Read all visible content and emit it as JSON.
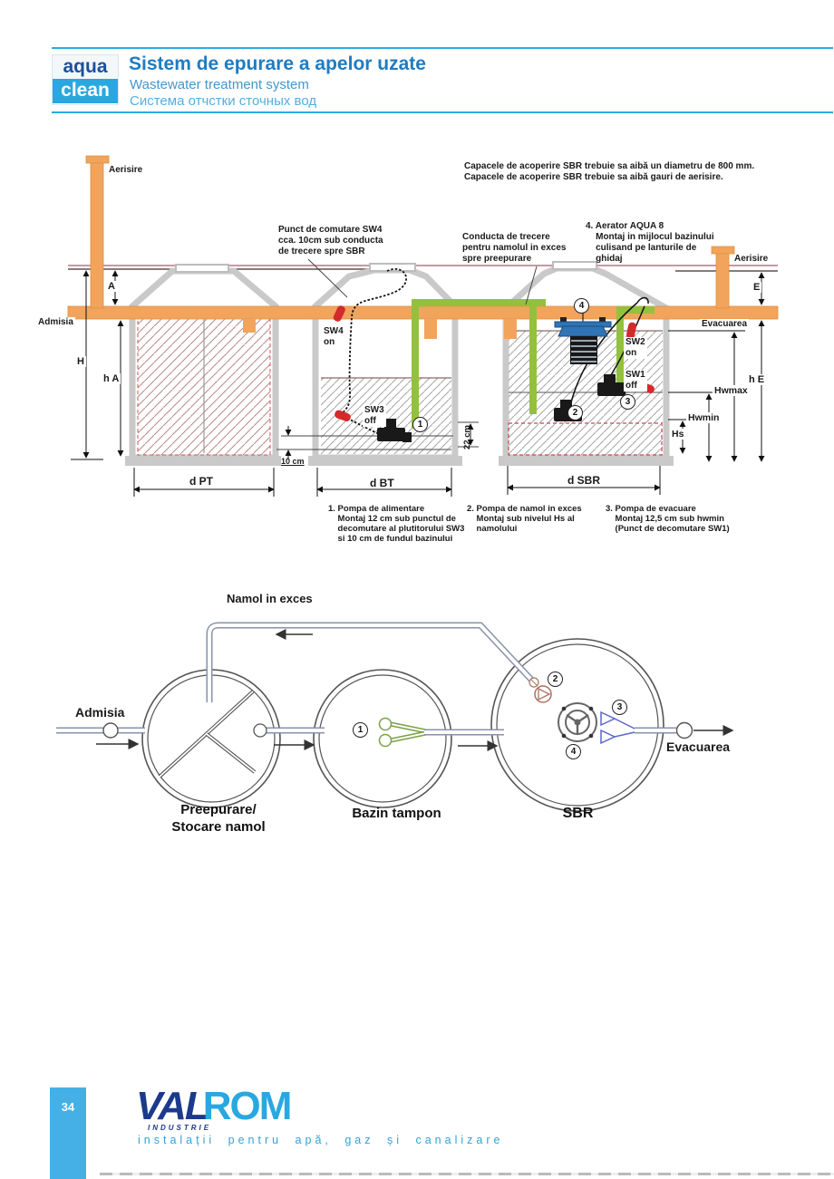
{
  "header": {
    "logo_top": "aqua",
    "logo_bottom": "clean",
    "title": "Sistem de epurare a apelor uzate",
    "subtitle_en": "Wastewater treatment system",
    "subtitle_ru": "Система отчстки сточных вод"
  },
  "colors": {
    "accent_blue": "#29abe2",
    "title_blue": "#1e7cc2",
    "logo_navy": "#1c3a8c",
    "logo_light_blue": "#29a8e0",
    "pipe_orange": "#f2a45c",
    "pipe_green": "#93c13d",
    "float_red": "#d42a2a",
    "aerator_blue": "#2f74b5",
    "hatch_red": "#bb8888",
    "level_pink": "#c27080"
  },
  "diagram": {
    "note_top": "Capacele de acoperire SBR trebuie sa aibă un diametru de 800 mm.\nCapacele de acoperire SBR trebuie sa aibă gauri de aerisire.",
    "annotations": {
      "sw4_note": "Punct de comutare SW4\ncca. 10cm sub conducta\nde trecere spre SBR",
      "conducta_note": "Conducta de trecere\npentru namolul in exces\nspre preepurare",
      "aerator_note": "4. Aerator AQUA 8\n    Montaj in mijlocul bazinului\n    culisand pe lanturile de\n    ghidaj"
    },
    "labels": {
      "aerisire_left": "Aerisire",
      "aerisire_right": "Aerisire",
      "admisia": "Admisia",
      "evacuarea": "Evacuarea",
      "sw4": "SW4\non",
      "sw3": "SW3\noff",
      "sw2": "SW2\non",
      "sw1": "SW1\noff",
      "dim_a": "A",
      "dim_h": "H",
      "dim_ha": "h A",
      "dim_e": "E",
      "dim_he": "h E",
      "hwmax": "Hwmax",
      "hwmin": "Hwmin",
      "hs": "Hs",
      "cm22": "22 cm",
      "cm10": "10 cm",
      "d_pt": "d PT",
      "d_bt": "d BT",
      "d_sbr": "d SBR",
      "n1": "1",
      "n2": "2",
      "n3": "3",
      "n4": "4"
    },
    "notes_bottom": {
      "pump1": "1. Pompa de alimentare\n    Montaj 12 cm sub punctul de\n    decomutare al plutitorului SW3\n    si 10 cm de fundul bazinului",
      "pump2": "2. Pompa de namol in exces\n    Montaj sub nivelul Hs al\n    namolului",
      "pump3": "3. Pompa de evacuare\n    Montaj 12,5 cm sub hwmin\n    (Punct de decomutare SW1)"
    }
  },
  "flow": {
    "namol_label": "Namol in exces",
    "admisia": "Admisia",
    "evacuarea": "Evacuarea",
    "tank_pre": "Preepurare/\nStocare namol",
    "tank_buffer": "Bazin tampon",
    "tank_sbr": "SBR",
    "n1": "1",
    "n2": "2",
    "n3": "3",
    "n4": "4"
  },
  "footer": {
    "page_number": "34",
    "logo_val": "VAL",
    "logo_rom": "ROM",
    "logo_industrie": "INDUSTRIE",
    "tagline": "instalații pentru apă, gaz și canalizare"
  }
}
